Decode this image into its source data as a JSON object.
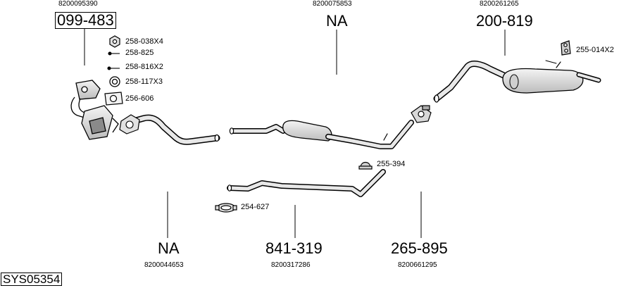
{
  "system_code": "SYS05354",
  "colors": {
    "ink": "#000000",
    "fill_light": "#e6e6e6",
    "fill_mid": "#bdbdbd"
  },
  "parts": [
    {
      "id": "catalyst",
      "number": "099-483",
      "oem": "8200095390",
      "boxed": true
    },
    {
      "id": "front-pipe",
      "number": "NA",
      "oem": "8200044653"
    },
    {
      "id": "centre-silencer",
      "number": "NA",
      "oem": "8200075853"
    },
    {
      "id": "intermediate-pipe",
      "number": "841-319",
      "oem": "8200317286"
    },
    {
      "id": "middle-pipe",
      "number": "265-895",
      "oem": "8200661295"
    },
    {
      "id": "rear-silencer",
      "number": "200-819",
      "oem": "8200261265"
    }
  ],
  "accessories": [
    {
      "id": "nut",
      "number": "258-038X4",
      "icon": "nut-icon"
    },
    {
      "id": "bolt",
      "number": "258-825",
      "icon": "bolt-icon"
    },
    {
      "id": "stud",
      "number": "258-816X2",
      "icon": "stud-icon"
    },
    {
      "id": "ring",
      "number": "258-117X3",
      "icon": "ring-icon"
    },
    {
      "id": "gasket",
      "number": "256-606",
      "icon": "gasket-icon"
    },
    {
      "id": "rubber-mount-rear",
      "number": "255-014X2",
      "icon": "rubber-mount-icon"
    },
    {
      "id": "rubber-mount-mid",
      "number": "255-394",
      "icon": "rubber-mount-icon"
    },
    {
      "id": "clamp",
      "number": "254-627",
      "icon": "clamp-icon"
    }
  ]
}
